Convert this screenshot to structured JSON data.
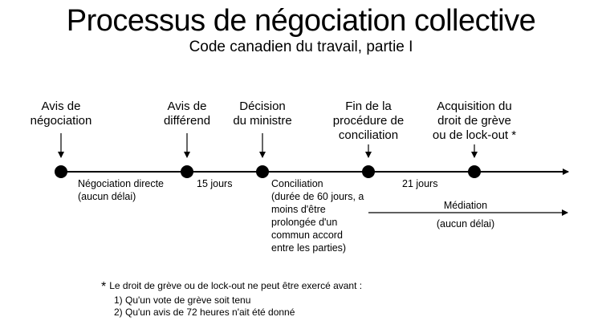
{
  "title": "Processus de négociation collective",
  "subtitle": "Code canadien du travail, partie I",
  "events": [
    {
      "id": "avis-negociation",
      "label": "Avis de\nnégociation"
    },
    {
      "id": "avis-differend",
      "label": "Avis de\ndifférend"
    },
    {
      "id": "decision-ministre",
      "label": "Décision\ndu ministre"
    },
    {
      "id": "fin-conciliation",
      "label": "Fin de la\nprocédure de\nconciliation"
    },
    {
      "id": "acquisition-droit",
      "label": "Acquisition du\ndroit de grève\nou de lock-out *"
    }
  ],
  "phases": {
    "negociation_directe": "Négociation directe\n(aucun délai)",
    "quinze_jours": "15 jours",
    "conciliation": "Conciliation\n(durée de 60 jours, a\nmoins d'être\nprolongée d'un\ncommun accord\nentre les parties)",
    "vingt_et_un_jours": "21 jours",
    "mediation": "Médiation",
    "mediation_delai": "(aucun délai)"
  },
  "note": {
    "marker": "*",
    "intro": "Le droit de grève ou de lock-out ne peut être exercé avant :",
    "items": [
      "1) Qu'un vote de grève soit tenu",
      "2) Qu'un avis de 72 heures n'ait été donné"
    ]
  }
}
